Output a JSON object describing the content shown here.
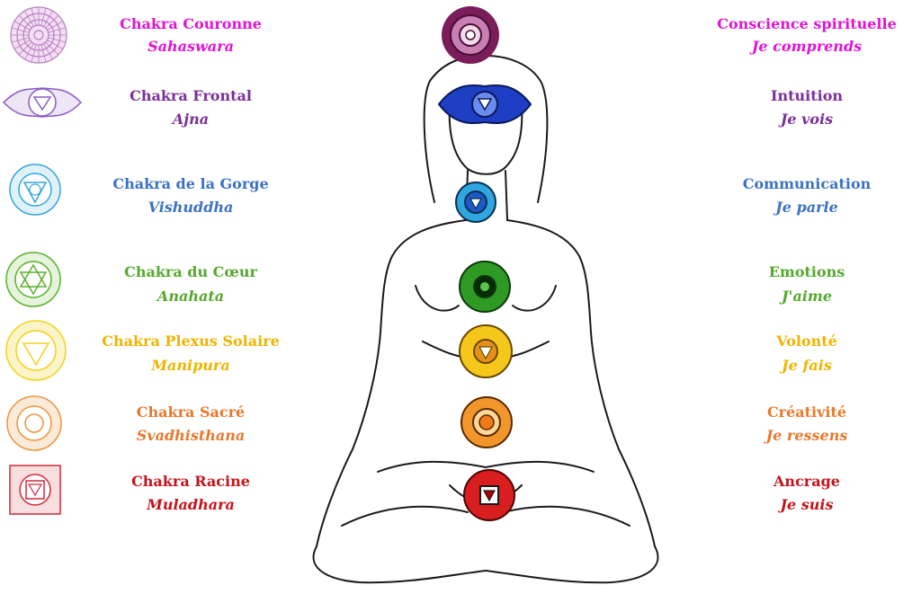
{
  "chakras": [
    {
      "name": "Chakra Couronne",
      "sanskrit": "Sahaswara",
      "theme": "Conscience spirituelle",
      "affirmation": "Je comprends",
      "color": "#e014d6",
      "symbol_color": "#c58ad0",
      "icon": "crown-lotus-icon"
    },
    {
      "name": "Chakra Frontal",
      "sanskrit": "Ajna",
      "theme": "Intuition",
      "affirmation": "Je vois",
      "color": "#7a2f9a",
      "symbol_color": "#8a5cc4",
      "icon": "third-eye-icon"
    },
    {
      "name": "Chakra de la Gorge",
      "sanskrit": "Vishuddha",
      "theme": "Communication",
      "affirmation": "Je parle",
      "color": "#3b73c4",
      "symbol_color": "#33a6d8",
      "icon": "throat-lotus-icon"
    },
    {
      "name": "Chakra du Cœur",
      "sanskrit": "Anahata",
      "theme": "Emotions",
      "affirmation": "J'aime",
      "color": "#56a830",
      "symbol_color": "#58b02c",
      "icon": "heart-star-icon"
    },
    {
      "name": "Chakra Plexus Solaire",
      "sanskrit": "Manipura",
      "theme": "Volonté",
      "affirmation": "Je fais",
      "color": "#f0b400",
      "symbol_color": "#f2d21a",
      "icon": "solar-lotus-icon"
    },
    {
      "name": "Chakra Sacré",
      "sanskrit": "Svadhisthana",
      "theme": "Créativité",
      "affirmation": "Je ressens",
      "color": "#e8782e",
      "symbol_color": "#ec9440",
      "icon": "sacral-lotus-icon"
    },
    {
      "name": "Chakra Racine",
      "sanskrit": "Muladhara",
      "theme": "Ancrage",
      "affirmation": "Je suis",
      "color": "#c3141c",
      "symbol_color": "#cf2a3a",
      "icon": "root-square-icon"
    }
  ]
}
